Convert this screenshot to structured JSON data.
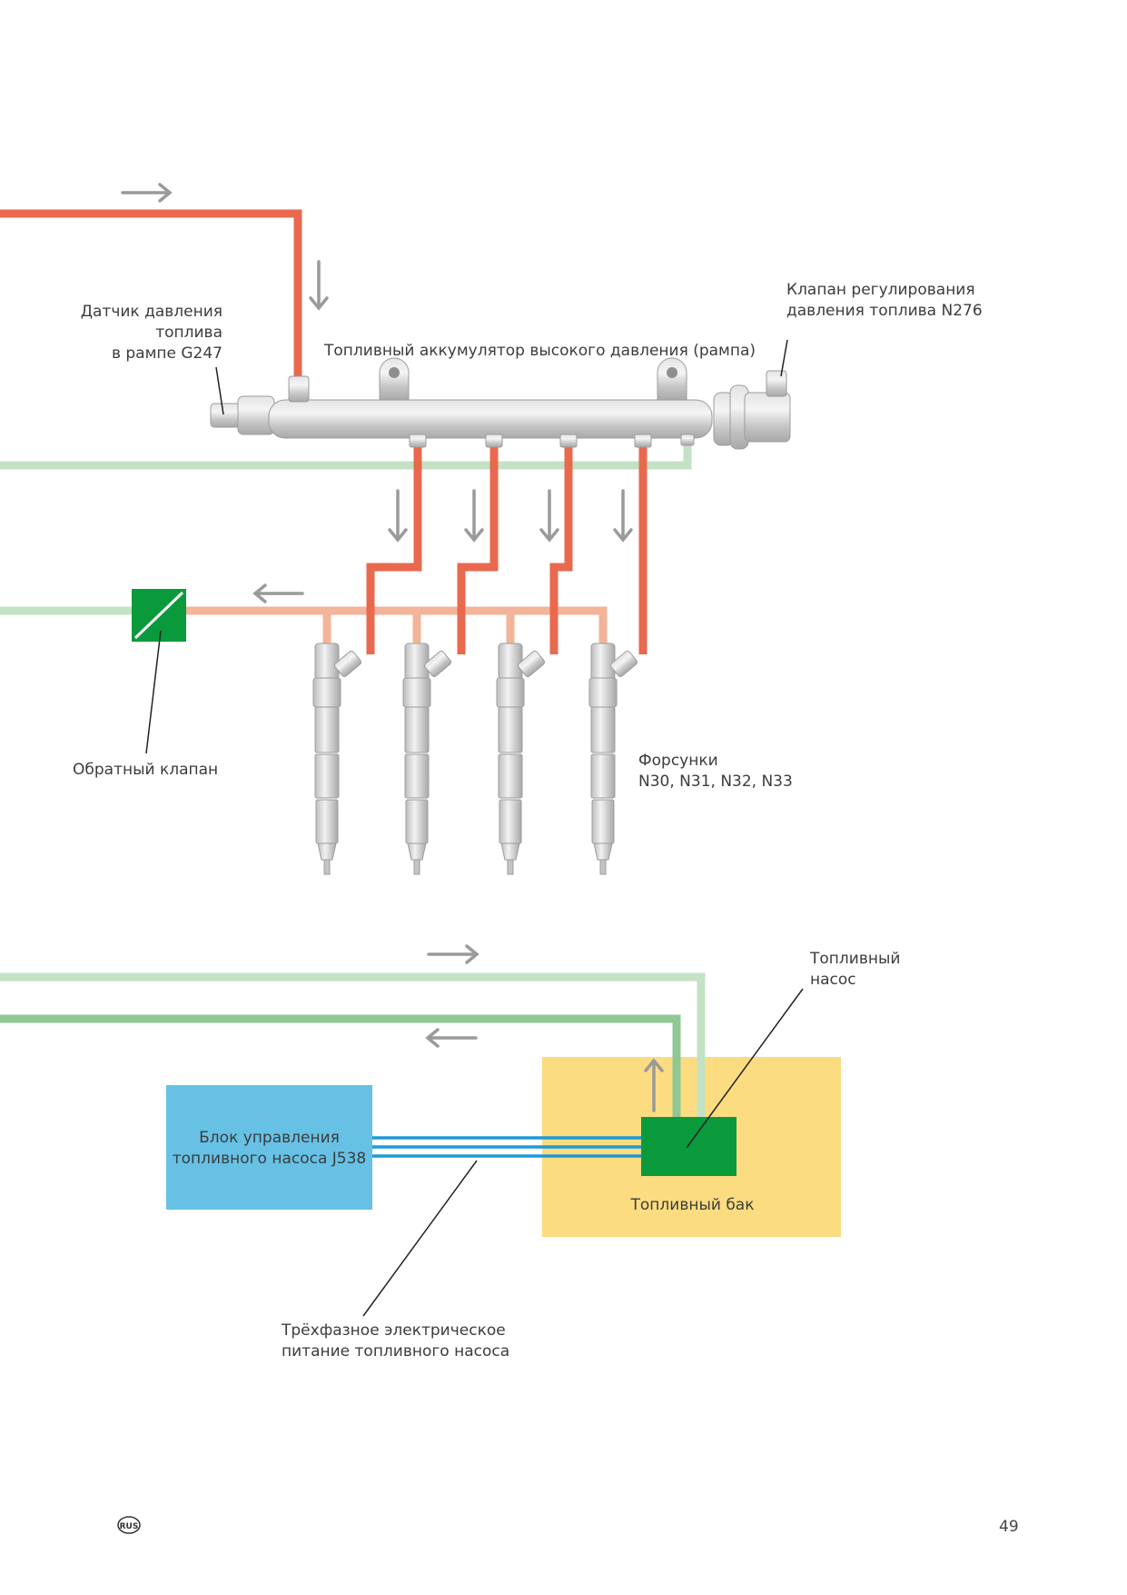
{
  "labels": {
    "pressure_sensor": [
      "Датчик давления",
      "топлива",
      "в рампе G247"
    ],
    "regulating_valve": [
      "Клапан регулирования",
      "давления топлива N276"
    ],
    "rail": "Топливный аккумулятор высокого давления (рампа)",
    "check_valve": "Обратный клапан",
    "injectors": [
      "Форсунки",
      "N30, N31, N32, N33"
    ],
    "fuel_pump": [
      "Топливный",
      "насос"
    ],
    "control_unit": [
      "Блок управления",
      "топливного насоса J538"
    ],
    "fuel_tank": "Топливный бак",
    "power_supply": [
      "Трёхфазное электрическое",
      "питание топливного насоса"
    ]
  },
  "footer": {
    "language_badge": "RUS",
    "page_number": "49"
  },
  "colors": {
    "high_pressure": "#e8694e",
    "return_line": "#f3b49a",
    "supply_line_light": "#c3e2c4",
    "supply_line_dark": "#8fc894",
    "check_valve": "#0a9a3c",
    "pump": "#0a9a3c",
    "control_unit": "#66c1e5",
    "fuel_tank": "#fcdc80",
    "electric_line": "#1d9ad6",
    "flow_arrow": "#9a9a9a",
    "component_metal": "#c9c9c9"
  }
}
